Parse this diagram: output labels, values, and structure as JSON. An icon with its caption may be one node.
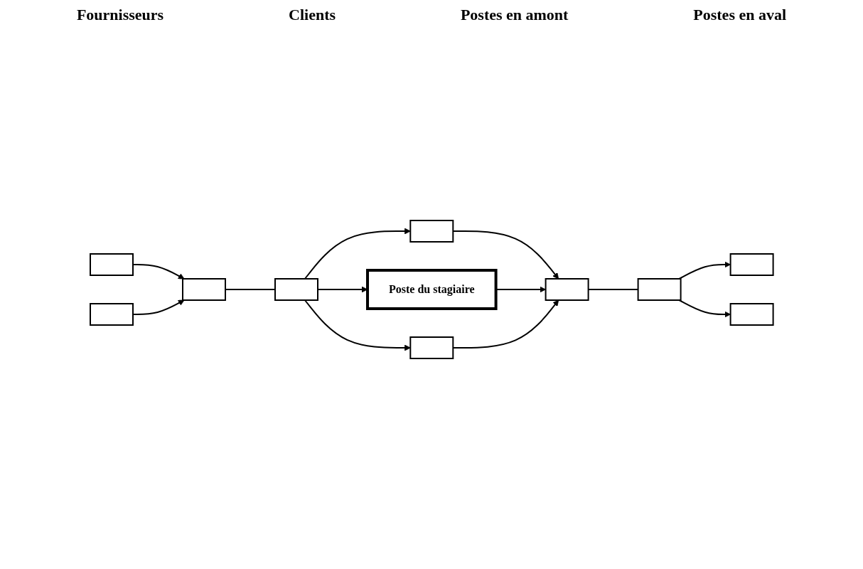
{
  "diagram": {
    "nodes": [
      {
        "text": [],
        "shape": "box"
      },
      {
        "text": [],
        "shape": "box"
      },
      {
        "text": [],
        "shape": "box"
      },
      {
        "text": [],
        "shape": "box"
      },
      {
        "text": [],
        "shape": "box"
      },
      {
        "text": [
          "Poste du stagiaire"
        ]
      },
      {
        "text": [],
        "shape": "box"
      },
      {
        "text": [],
        "shape": "box"
      },
      {
        "text": [],
        "shape": "box"
      },
      {
        "text": [],
        "shape": "box"
      },
      {
        "text": [],
        "shape": "box"
      }
    ],
    "edges": [
      {
        "from": 0,
        "to": 3,
        "arrow": "to"
      },
      {
        "from": 9,
        "to": 3,
        "arrow": "to"
      },
      {
        "from": 3,
        "to": 4,
        "arrow": "none"
      },
      {
        "from": 4,
        "to": 2,
        "arrow": "to"
      },
      {
        "from": 4,
        "to": 5,
        "arrow": "to"
      },
      {
        "from": 4,
        "to": 8,
        "arrow": "to"
      },
      {
        "from": 2,
        "to": 6,
        "arrow": "to"
      },
      {
        "from": 5,
        "to": 6,
        "arrow": "to"
      },
      {
        "from": 8,
        "to": 6,
        "arrow": "to"
      },
      {
        "from": 6,
        "to": 7,
        "arrow": "none"
      },
      {
        "from": 7,
        "to": 1,
        "arrow": "to"
      },
      {
        "from": 7,
        "to": 10,
        "arrow": "to"
      }
    ],
    "labels": [
      "Fournisseurs",
      "Clients",
      "Postes en amont",
      "Postes en aval"
    ]
  }
}
